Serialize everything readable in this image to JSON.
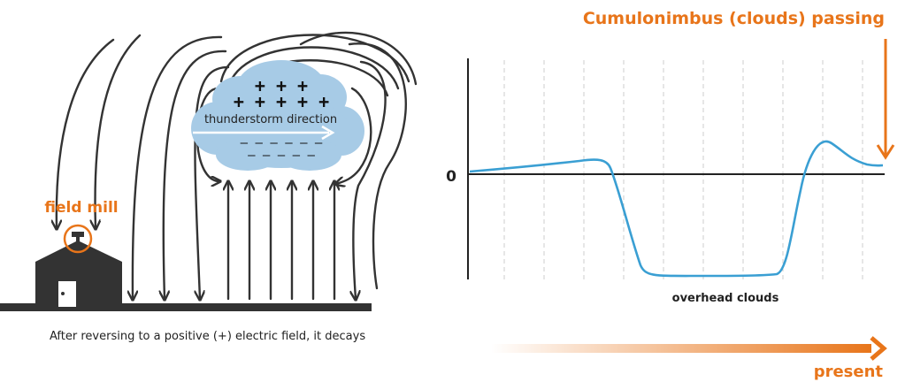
{
  "labels": {
    "field_mill": "field mill",
    "thunderstorm_direction": "thunderstorm direction",
    "cloud_title": "Cumulonimbus (clouds) passing",
    "zero": "0",
    "overhead_clouds": "overhead clouds",
    "present": "present",
    "caption": "After reversing to a positive (+) electric field, it decays"
  },
  "charges": {
    "positive": [
      "+ + +",
      "+ + + + +"
    ],
    "negative": [
      "— — — — — —",
      "— — — — —"
    ]
  },
  "colors": {
    "orange": "#e8751a",
    "cloud": "#a7cbe6",
    "curve": "#3a9fd3",
    "dark": "#333333"
  }
}
